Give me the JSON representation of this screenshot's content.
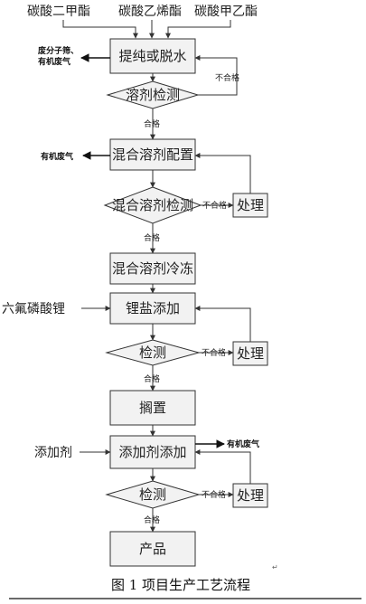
{
  "inputs": {
    "dmc": "碳酸二甲酯",
    "ec": "碳酸乙烯酯",
    "emc": "碳酸甲乙酯"
  },
  "steps": {
    "purify": "提纯或脱水",
    "solvent_check": "溶剂检测",
    "mix_config": "混合溶剂配置",
    "mix_check": "混合溶剂检测",
    "mix_freeze": "混合溶剂冷冻",
    "lithium_add": "锂盐添加",
    "check2": "检测",
    "standing": "搁置",
    "additive_add": "添加剂添加",
    "check3": "检测",
    "product": "产品"
  },
  "side": {
    "waste1_line1": "废分子筛、",
    "waste1_line2": "有机废气",
    "waste2": "有机废气",
    "waste3": "有机废气",
    "lipf6": "六氟磷酸锂",
    "additive": "添加剂",
    "handle1": "处理",
    "handle2": "处理",
    "handle3": "处理"
  },
  "labels": {
    "fail1": "不合格",
    "pass1": "合格",
    "fail2": "不合格",
    "pass2": "合格",
    "fail3": "不合格",
    "pass3": "合格",
    "fail4": "不合格",
    "pass4": "合格"
  },
  "caption": "图 1 项目生产工艺流程",
  "mark": "↵"
}
